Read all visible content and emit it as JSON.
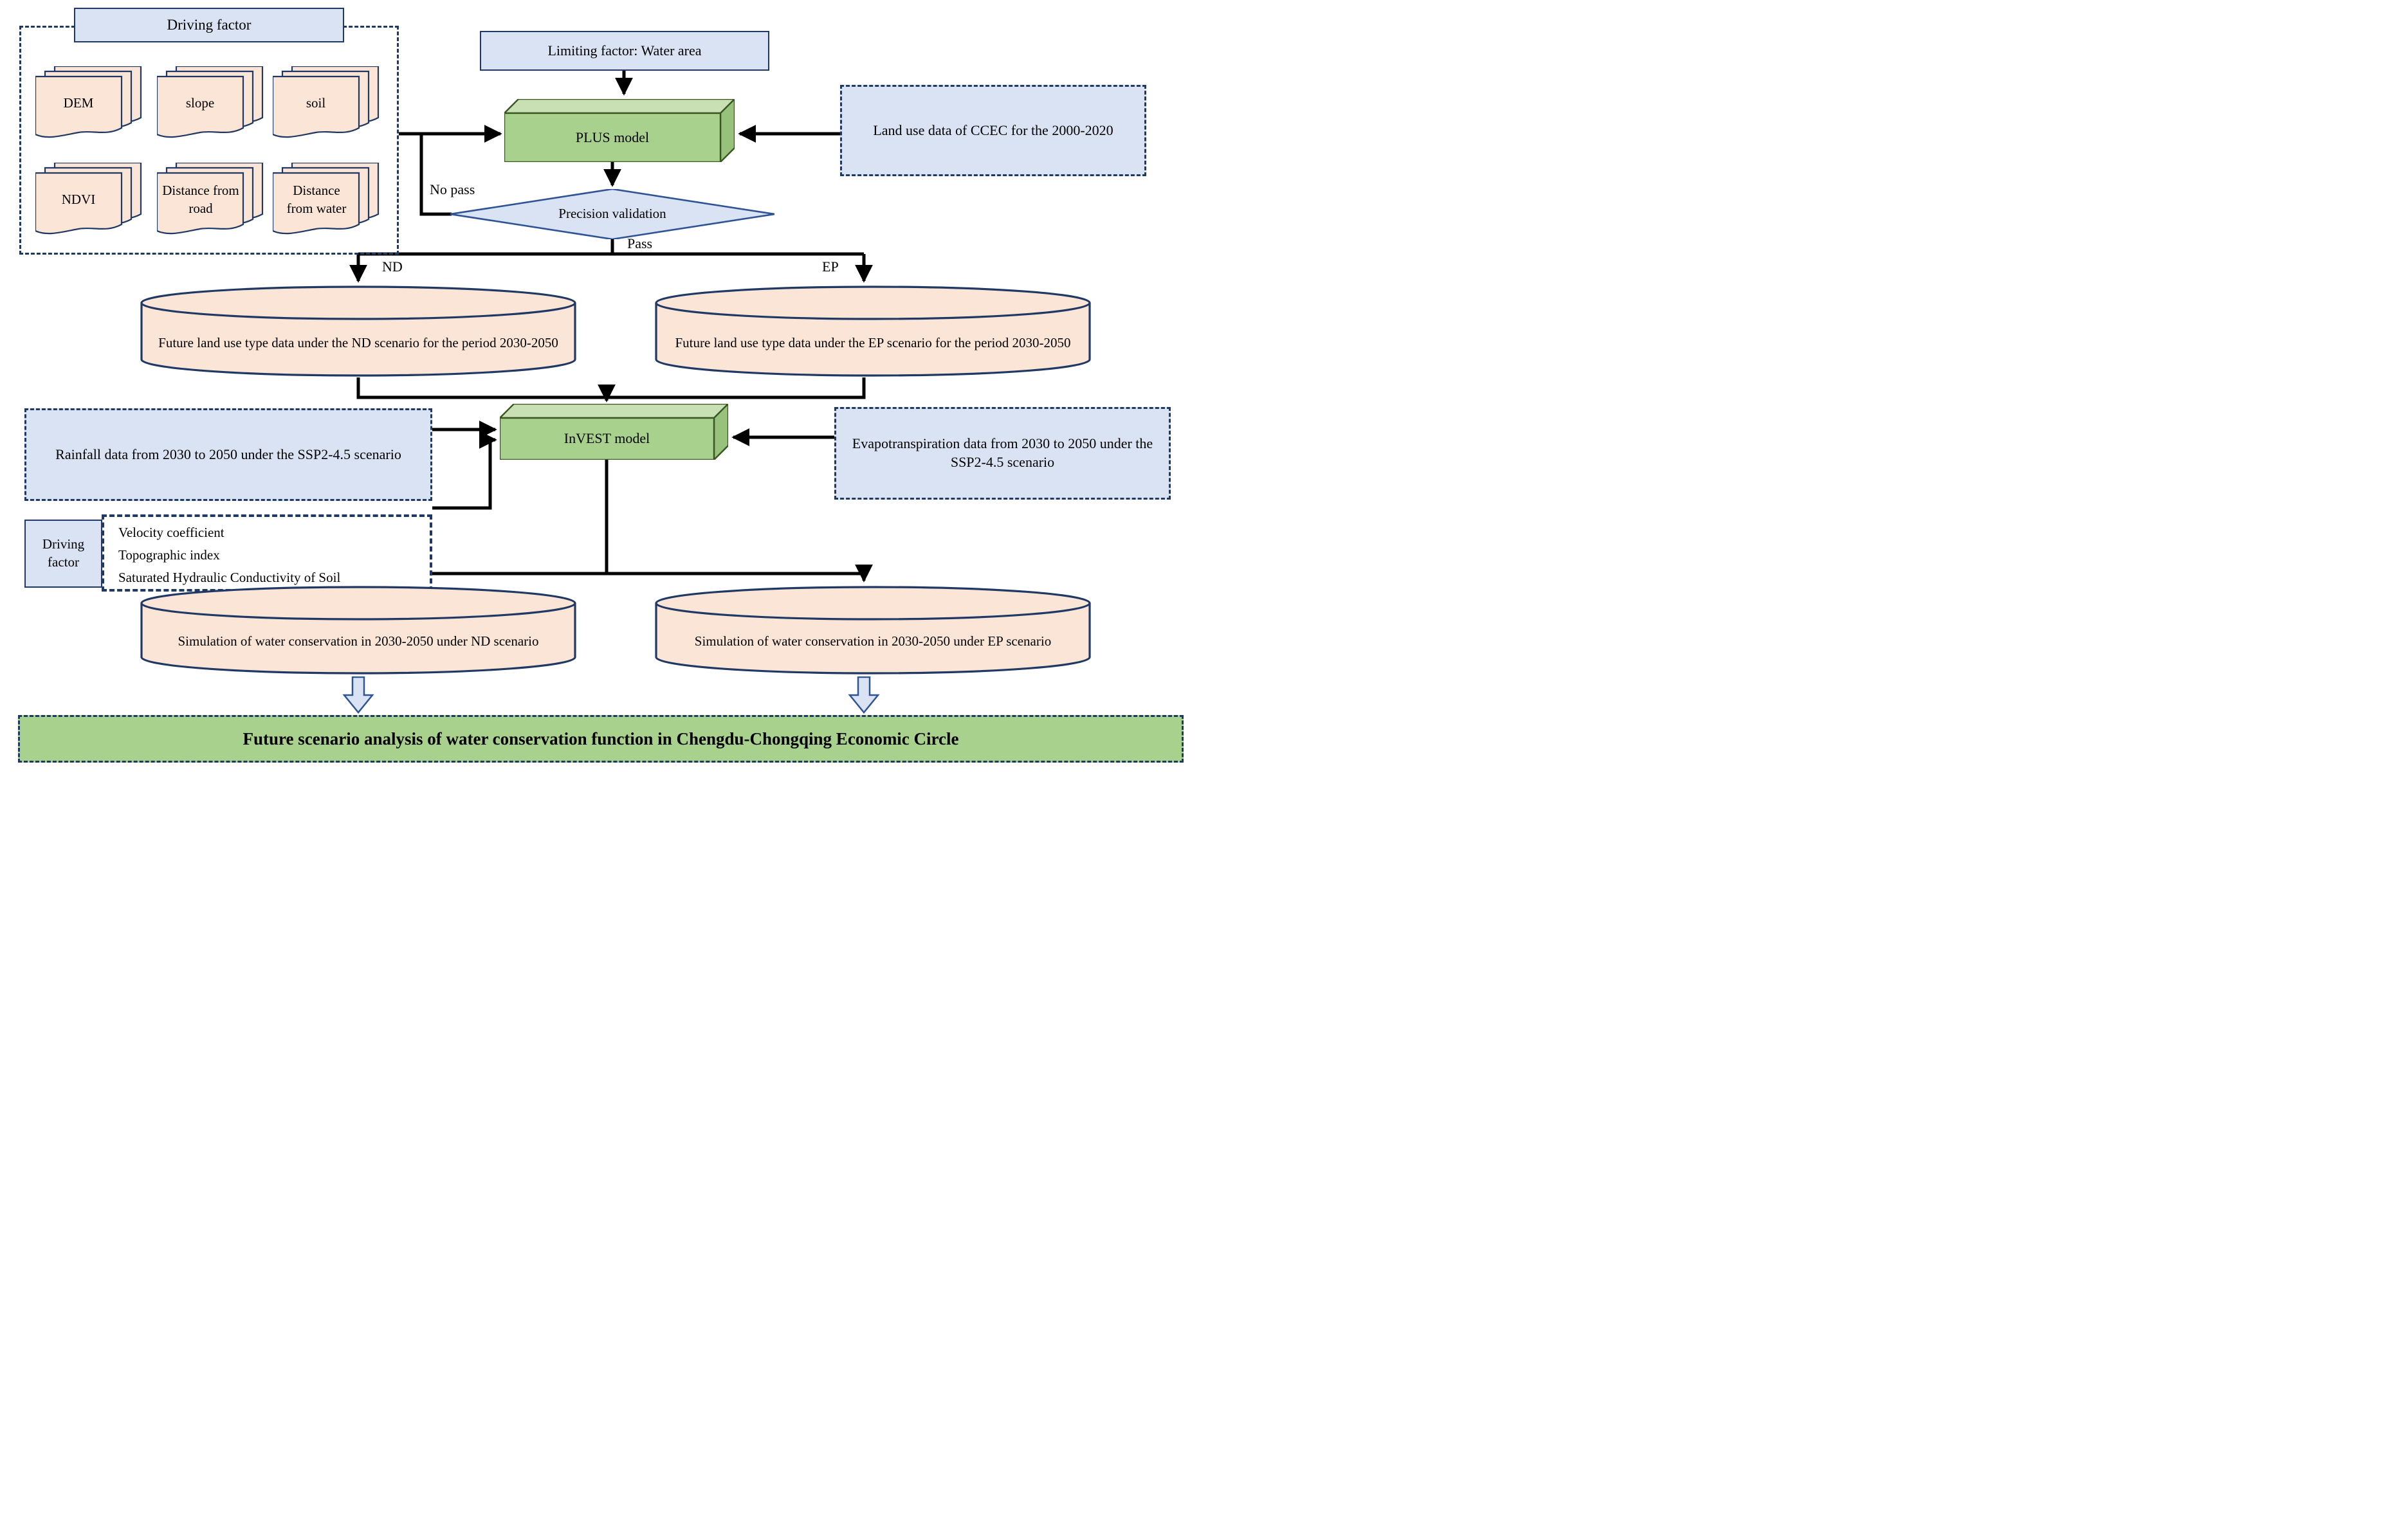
{
  "colors": {
    "light_blue_fill": "#dae3f3",
    "navy_border": "#1f3864",
    "diamond_border": "#2f5496",
    "peach_fill": "#fbe5d6",
    "green_front": "#a9d18e",
    "green_top": "#c9e0b4",
    "green_side": "#98c27c",
    "green_border": "#385723",
    "banner_green": "#a9d18e",
    "connector_black": "#000000",
    "block_arrow_fill": "#dae3f3"
  },
  "driving_factor_group": {
    "title": "Driving factor",
    "documents": [
      "DEM",
      "slope",
      "soil",
      "NDVI",
      "Distance from road",
      "Distance from water"
    ]
  },
  "limiting_factor": {
    "label": "Limiting factor: Water area"
  },
  "plus_model": {
    "label": "PLUS model"
  },
  "land_use_input": {
    "label": "Land use data of CCEC for the 2000-2020"
  },
  "precision_validation": {
    "label": "Precision validation"
  },
  "edge_labels": {
    "no_pass": "No pass",
    "pass": "Pass",
    "nd": "ND",
    "ep": "EP"
  },
  "future_land_use": {
    "nd": {
      "label": "Future land use type data under the ND scenario for the period 2030-2050"
    },
    "ep": {
      "label": "Future land use type data under the EP scenario for the period 2030-2050"
    }
  },
  "rainfall_input": {
    "label": "Rainfall data from 2030 to 2050 under the SSP2-4.5 scenario"
  },
  "invest_model": {
    "label": "InVEST model"
  },
  "evapotranspiration_input": {
    "label": "Evapotranspiration data from 2030 to 2050 under the SSP2-4.5 scenario"
  },
  "invest_driving_factors": {
    "title": "Driving factor",
    "items": [
      "Velocity coefficient",
      "Topographic index",
      "Saturated Hydraulic Conductivity of Soil"
    ]
  },
  "simulation": {
    "nd": {
      "label": "Simulation of water conservation in 2030-2050 under ND scenario"
    },
    "ep": {
      "label": "Simulation of water conservation in 2030-2050 under EP scenario"
    }
  },
  "conclusion": {
    "label": "Future scenario analysis of water conservation function in Chengdu-Chongqing Economic Circle"
  }
}
